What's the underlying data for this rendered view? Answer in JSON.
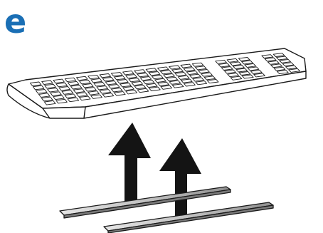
{
  "step": {
    "letter": "e",
    "color": "#1a6fb5"
  },
  "colors": {
    "ink": "#1a1a1a",
    "fill": "#ffffff",
    "arrow": "#141414",
    "strip_light": "#e6e6e6",
    "strip_dark": "#9a9a9a"
  },
  "icons": [
    "keyboard-illustration",
    "up-arrow-icon",
    "support-strip"
  ]
}
